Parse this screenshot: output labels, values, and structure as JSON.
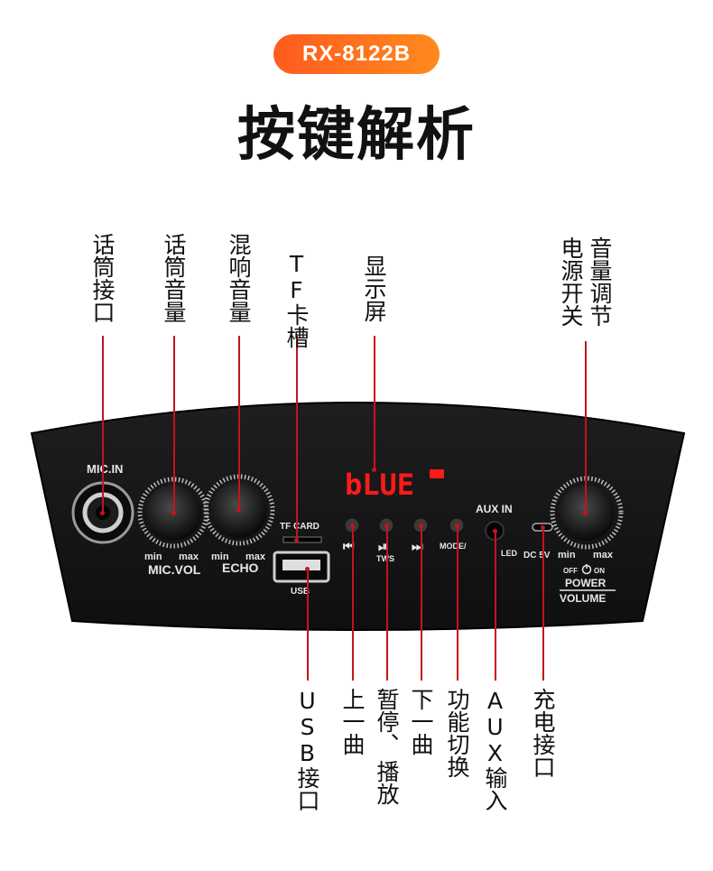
{
  "header": {
    "model": "RX-8122B",
    "title": "按键解析"
  },
  "callouts_top": [
    {
      "id": "mic-jack",
      "text": "话筒接口"
    },
    {
      "id": "mic-volume",
      "text": "话筒音量"
    },
    {
      "id": "echo-volume",
      "text": "混响音量"
    },
    {
      "id": "tf-slot",
      "text": "TF卡槽"
    },
    {
      "id": "display",
      "text": "显示屏"
    },
    {
      "id": "volume-col1",
      "text": "音量调节"
    },
    {
      "id": "power-col2",
      "text": "电源开关"
    }
  ],
  "callouts_bottom": [
    {
      "id": "usb-port",
      "text": "USB接口"
    },
    {
      "id": "prev-track",
      "text": "上一曲"
    },
    {
      "id": "play-pause-col1",
      "text": "暂停、"
    },
    {
      "id": "play-pause-col2",
      "text": "播放"
    },
    {
      "id": "next-track",
      "text": "下一曲"
    },
    {
      "id": "mode-switch",
      "text": "功能切换"
    },
    {
      "id": "aux-input",
      "text": "AUX输入"
    },
    {
      "id": "charge-port",
      "text": "充电接口"
    }
  ],
  "panel": {
    "mic_in": "MIC.IN",
    "knob_min": "min",
    "knob_max": "max",
    "mic_vol": "MIC.VOL",
    "echo": "ECHO",
    "tf_card": "TF CARD",
    "usb": "USB",
    "display_text": "bLUE",
    "prev_symbol": "⏮",
    "play_symbol": "⏯",
    "tws": "TWS",
    "next_symbol": "⏭",
    "mode": "MODE/",
    "aux_in": "AUX IN",
    "led": "LED",
    "dc": "DC 5V",
    "off": "OFF",
    "on": "ON",
    "power": "POWER",
    "volume": "VOLUME"
  },
  "colors": {
    "badge_start": "#ff5a1f",
    "badge_end": "#ff8a1e",
    "leader_line": "#c4141c",
    "panel": "#141414",
    "display_led": "#ff1a1a"
  }
}
